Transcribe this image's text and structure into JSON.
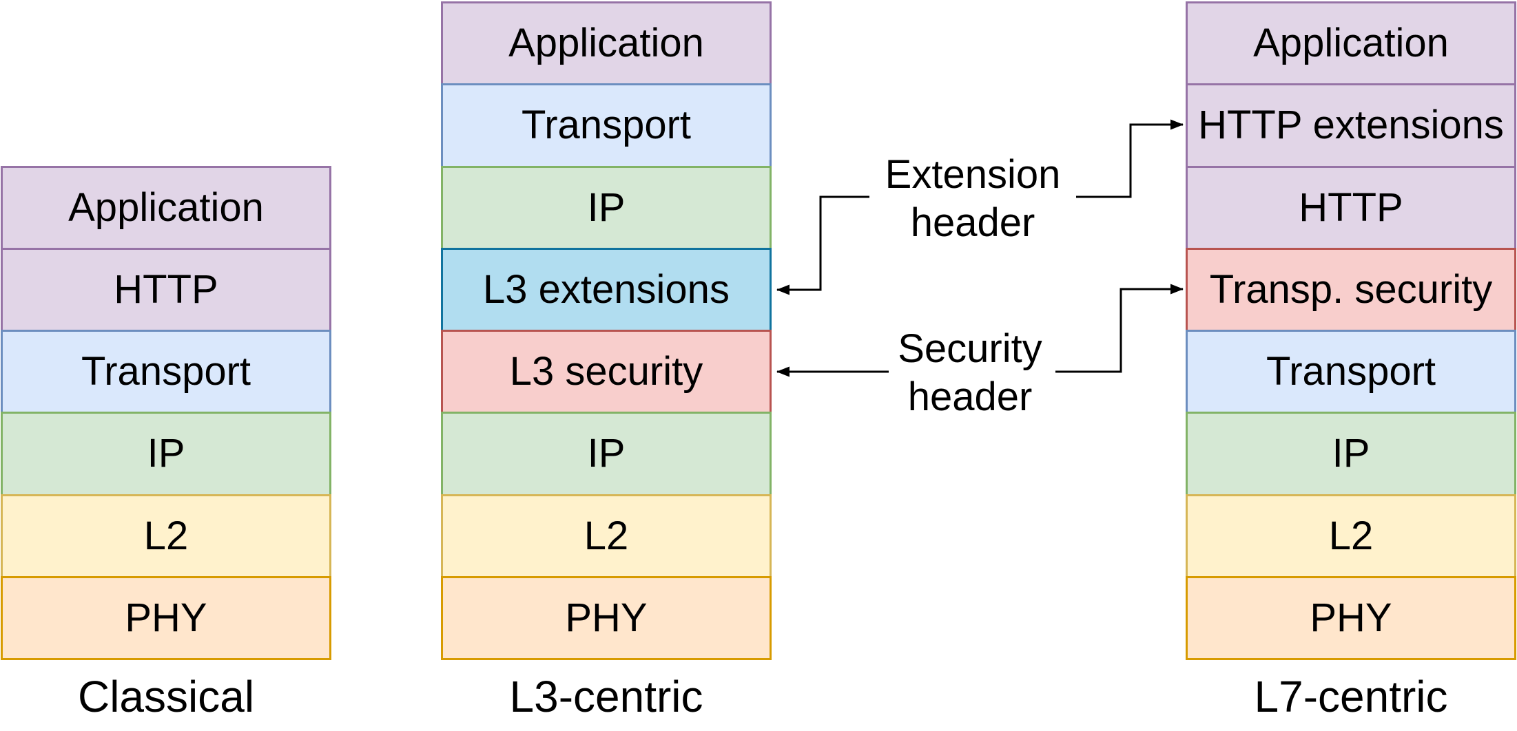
{
  "diagram": {
    "background_color": "#FFFFFF",
    "line_color": "#000000",
    "text_color": "#000000",
    "palette": {
      "purple": {
        "fill": "#E1D5E7",
        "stroke": "#9673A6"
      },
      "blue": {
        "fill": "#DAE8FC",
        "stroke": "#6C8EBF"
      },
      "green": {
        "fill": "#D5E8D4",
        "stroke": "#82B366"
      },
      "yellow": {
        "fill": "#FFF2CC",
        "stroke": "#D6B656"
      },
      "orange": {
        "fill": "#FFE6CC",
        "stroke": "#D79B00"
      },
      "red": {
        "fill": "#F8CECC",
        "stroke": "#B85450"
      },
      "lightblue": {
        "fill": "#B1DDF0",
        "stroke": "#10739E"
      }
    },
    "stacks": [
      {
        "id": "classical",
        "caption": "Classical",
        "layers": [
          {
            "label": "Application",
            "color": "purple"
          },
          {
            "label": "HTTP",
            "color": "purple"
          },
          {
            "label": "Transport",
            "color": "blue"
          },
          {
            "label": "IP",
            "color": "green"
          },
          {
            "label": "L2",
            "color": "yellow"
          },
          {
            "label": "PHY",
            "color": "orange"
          }
        ]
      },
      {
        "id": "l3-centric",
        "caption": "L3-centric",
        "layers": [
          {
            "label": "Application",
            "color": "purple"
          },
          {
            "label": "Transport",
            "color": "blue"
          },
          {
            "label": "IP",
            "color": "green"
          },
          {
            "label": "L3 extensions",
            "color": "lightblue"
          },
          {
            "label": "L3 security",
            "color": "red"
          },
          {
            "label": "IP",
            "color": "green"
          },
          {
            "label": "L2",
            "color": "yellow"
          },
          {
            "label": "PHY",
            "color": "orange"
          }
        ]
      },
      {
        "id": "l7-centric",
        "caption": "L7-centric",
        "layers": [
          {
            "label": "Application",
            "color": "purple"
          },
          {
            "label": "HTTP extensions",
            "color": "purple"
          },
          {
            "label": "HTTP",
            "color": "purple"
          },
          {
            "label": "Transp. security",
            "color": "red"
          },
          {
            "label": "Transport",
            "color": "blue"
          },
          {
            "label": "IP",
            "color": "green"
          },
          {
            "label": "L2",
            "color": "yellow"
          },
          {
            "label": "PHY",
            "color": "orange"
          }
        ]
      }
    ],
    "annotations": [
      {
        "id": "extension-header",
        "line1": "Extension",
        "line2": "header",
        "points_to": [
          "L3 extensions",
          "HTTP extensions"
        ]
      },
      {
        "id": "security-header",
        "line1": "Security",
        "line2": "header",
        "points_to": [
          "L3 security",
          "Transp. security"
        ]
      }
    ]
  }
}
